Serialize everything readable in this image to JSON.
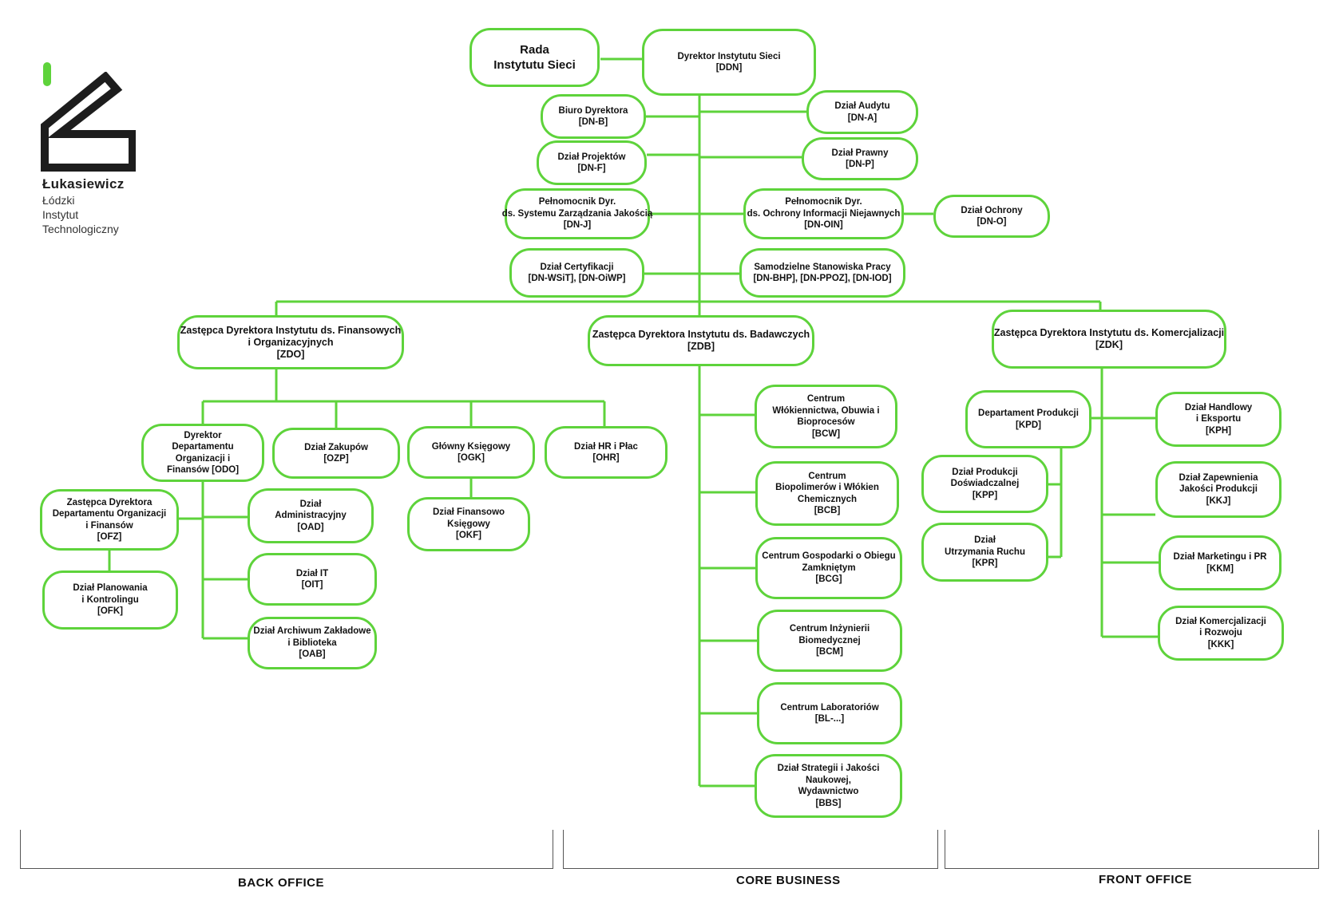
{
  "logo": {
    "name": "Łukasiewicz",
    "subtitle": [
      "Łódzki",
      "Instytut",
      "Technologiczny"
    ],
    "brand_color": "#5ed33b"
  },
  "nodes": {
    "rada": [
      "Rada",
      "Instytutu Sieci"
    ],
    "ddn": [
      "Dyrektor Instytutu Sieci",
      "[DDN]"
    ],
    "dnb": [
      "Biuro Dyrektora",
      "[DN-B]"
    ],
    "dna": [
      "Dział Audytu",
      "[DN-A]"
    ],
    "dnf": [
      "Dział Projektów",
      "[DN-F]"
    ],
    "dnp": [
      "Dział Prawny",
      "[DN-P]"
    ],
    "dnj": [
      "Pełnomocnik Dyr.",
      "ds. Systemu Zarządzania Jakością",
      "[DN-J]"
    ],
    "dnoin": [
      "Pełnomocnik Dyr.",
      "ds. Ochrony Informacji Niejawnych",
      "[DN-OIN]"
    ],
    "dno": [
      "Dział Ochrony",
      "[DN-O]"
    ],
    "dnwsit": [
      "Dział Certyfikacji",
      "[DN-WSiT], [DN-OiWP]"
    ],
    "dnbhp": [
      "Samodzielne Stanowiska Pracy",
      "[DN-BHP], [DN-PPOZ], [DN-IOD]"
    ],
    "zdo": [
      "Zastępca Dyrektora Instytutu ds. Finansowych",
      "i Organizacyjnych",
      "[ZDO]"
    ],
    "zdb": [
      "Zastępca Dyrektora Instytutu ds. Badawczych",
      "[ZDB]"
    ],
    "zdk": [
      "Zastępca Dyrektora Instytutu ds. Komercjalizacji",
      "[ZDK]"
    ],
    "odo": [
      "Dyrektor",
      "Departamentu",
      "Organizacji i",
      "Finansów [ODO]"
    ],
    "ozp": [
      "Dział Zakupów",
      "[OZP]"
    ],
    "ogk": [
      "Główny Księgowy",
      "[OGK]"
    ],
    "ohr": [
      "Dział HR i Płac",
      "[OHR]"
    ],
    "ofz": [
      "Zastępca Dyrektora",
      "Departamentu Organizacji",
      "i Finansów",
      "[OFZ]"
    ],
    "oad": [
      "Dział",
      "Administracyjny",
      "[OAD]"
    ],
    "okf": [
      "Dział Finansowo",
      "Księgowy",
      "[OKF]"
    ],
    "oit": [
      "Dział IT",
      "[OIT]"
    ],
    "ofk": [
      "Dział Planowania",
      "i Kontrolingu",
      "[OFK]"
    ],
    "oab": [
      "Dział Archiwum Zakładowe",
      "i Biblioteka",
      "[OAB]"
    ],
    "bcw": [
      "Centrum",
      "Włókiennictwa, Obuwia i",
      "Bioprocesów",
      "[BCW]"
    ],
    "bcb": [
      "Centrum",
      "Biopolimerów i Włókien",
      "Chemicznych",
      "[BCB]"
    ],
    "bcg": [
      "Centrum  Gospodarki o Obiegu",
      "Zamkniętym",
      "[BCG]"
    ],
    "bcm": [
      "Centrum Inżynierii",
      "Biomedycznej",
      "[BCM]"
    ],
    "bl": [
      "Centrum Laboratoriów",
      "[BL-...]"
    ],
    "bbs": [
      "Dział Strategii i Jakości",
      "Naukowej,",
      "Wydawnictwo",
      "[BBS]"
    ],
    "kpd": [
      "Departament Produkcji",
      "[KPD]"
    ],
    "kph": [
      "Dział  Handlowy",
      "i   Eksportu",
      "[KPH]"
    ],
    "kpp": [
      "Dział Produkcji",
      "Doświadczalnej",
      "[KPP]"
    ],
    "kpr": [
      "Dział",
      "Utrzymania Ruchu",
      "[KPR]"
    ],
    "kkj": [
      "Dział Zapewnienia",
      "Jakości Produkcji",
      "[KKJ]"
    ],
    "kkm": [
      "Dział Marketingu i PR",
      "[KKM]"
    ],
    "kkk": [
      "Dział Komercjalizacji",
      "i Rozwoju",
      "[KKK]"
    ]
  },
  "sections": {
    "back_office": "BACK OFFICE",
    "core_business": "CORE BUSINESS",
    "front_office": "FRONT OFFICE"
  },
  "colors": {
    "line": "#5ed33b",
    "text": "#111111",
    "bracket": "#555555"
  }
}
